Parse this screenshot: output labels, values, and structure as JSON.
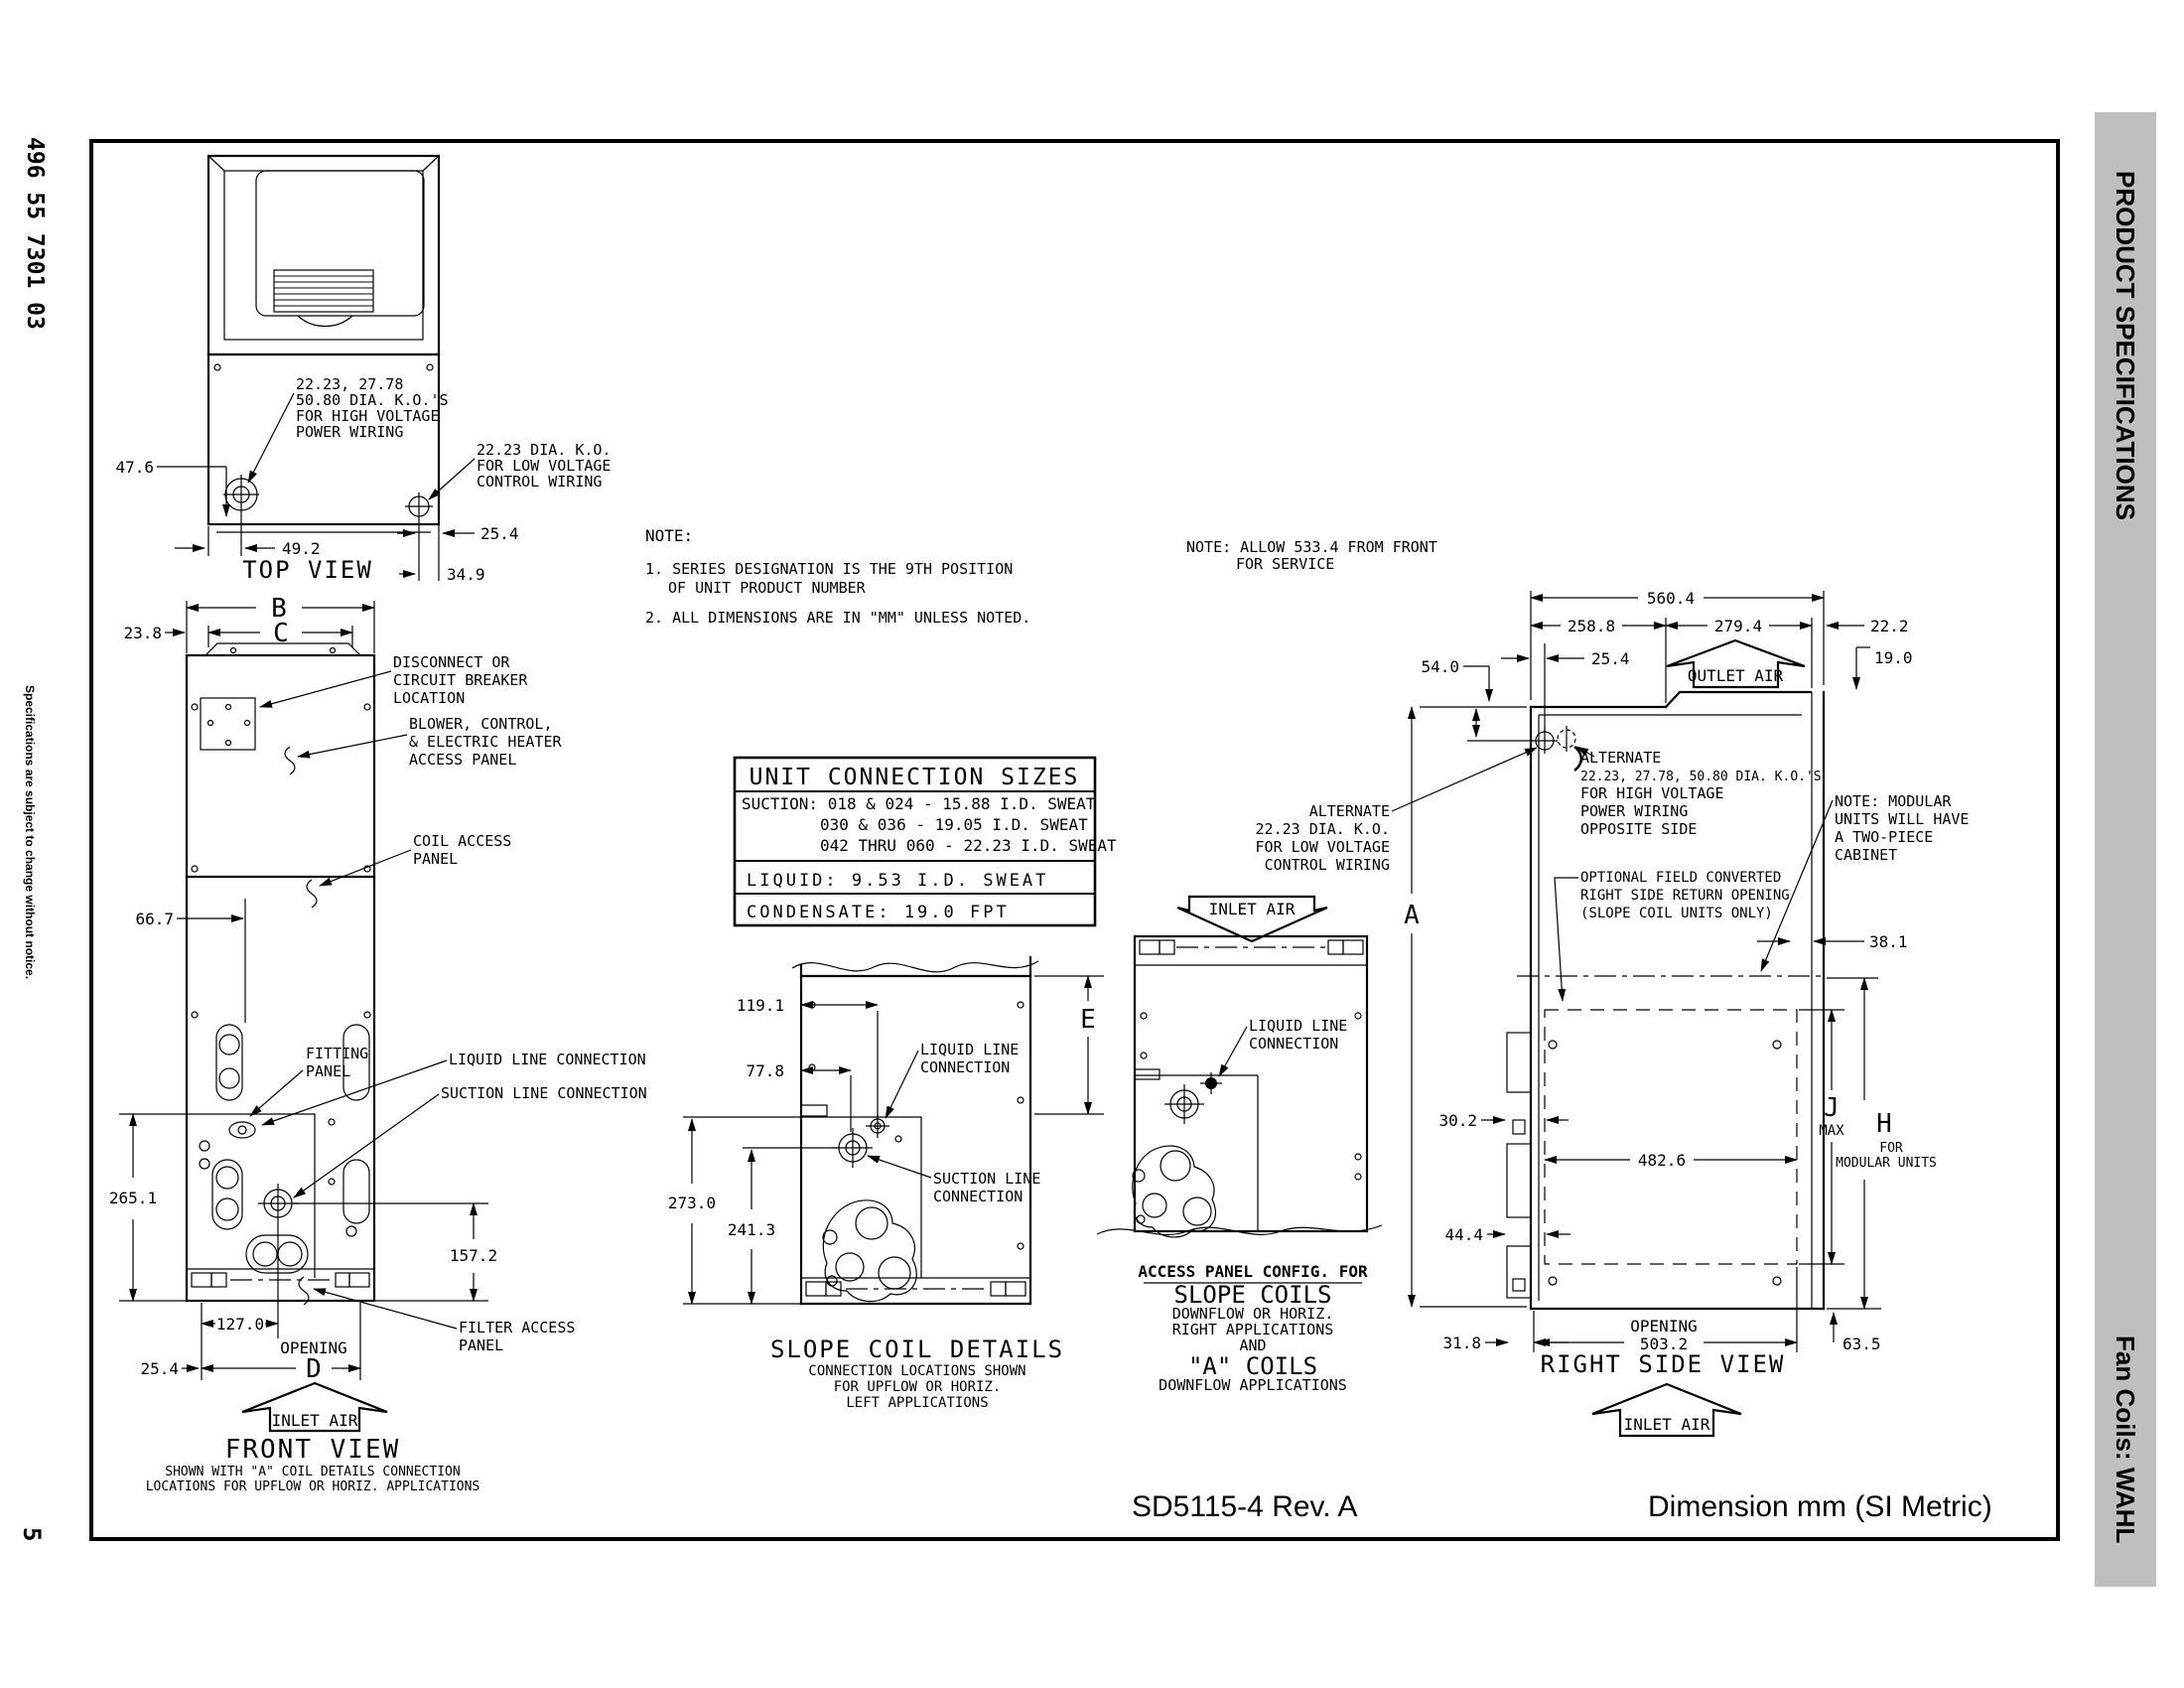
{
  "margin": {
    "part_number": "496 55 7301 03",
    "disclaimer": "Specifications are subject to change without notice.",
    "page": "5"
  },
  "sidebar": {
    "top": "PRODUCT SPECIFICATIONS",
    "bottom": "Fan Coils: WAHL",
    "bg_color": "#bfbfbf"
  },
  "footer": {
    "doc": "SD5115-4  Rev. A",
    "units": "Dimension mm (SI Metric)"
  },
  "notes": {
    "head": "NOTE:",
    "n1a": "1. SERIES DESIGNATION IS THE 9TH POSITION",
    "n1b": "OF UNIT PRODUCT NUMBER",
    "n2": "2. ALL DIMENSIONS ARE IN \"MM\" UNLESS NOTED.",
    "svc1": "NOTE: ALLOW 533.4 FROM FRONT",
    "svc2": "FOR SERVICE"
  },
  "table": {
    "title": "UNIT CONNECTION SIZES",
    "s1": "SUCTION: 018 & 024 - 15.88 I.D. SWEAT",
    "s2": "030 & 036 - 19.05 I.D. SWEAT",
    "s3": "042 THRU 060 - 22.23 I.D. SWEAT",
    "liquid": "LIQUID: 9.53 I.D. SWEAT",
    "cond": "CONDENSATE: 19.0 FPT"
  },
  "top_view": {
    "caption": "TOP VIEW",
    "hv1": "22.23, 27.78",
    "hv2": "50.80 DIA. K.O.'S",
    "hv3": "FOR HIGH VOLTAGE",
    "hv4": "POWER WIRING",
    "lv1": "22.23 DIA. K.O.",
    "lv2": "FOR LOW VOLTAGE",
    "lv3": "CONTROL WIRING",
    "d476": "47.6",
    "d492": "49.2",
    "d254": "25.4",
    "d349": "34.9"
  },
  "front": {
    "caption": "FRONT VIEW",
    "sub1": "SHOWN WITH \"A\" COIL DETAILS CONNECTION",
    "sub2": "LOCATIONS FOR UPFLOW OR HORIZ. APPLICATIONS",
    "B": "B",
    "C": "C",
    "D": "D",
    "d238": "23.8",
    "d667": "66.7",
    "d2651": "265.1",
    "d1572": "157.2",
    "d1270": "127.0",
    "opening": "OPENING",
    "d254": "25.4",
    "inlet": "INLET AIR",
    "disc1": "DISCONNECT OR",
    "disc2": "CIRCUIT BREAKER",
    "disc3": "LOCATION",
    "bl1": "BLOWER, CONTROL,",
    "bl2": "& ELECTRIC HEATER",
    "bl3": "ACCESS PANEL",
    "coil1": "COIL ACCESS",
    "coil2": "PANEL",
    "fit1": "FITTING",
    "fit2": "PANEL",
    "liq": "LIQUID LINE CONNECTION",
    "suc": "SUCTION LINE CONNECTION",
    "filt1": "FILTER ACCESS",
    "filt2": "PANEL"
  },
  "slope": {
    "caption": "SLOPE COIL DETAILS",
    "sub1": "CONNECTION LOCATIONS SHOWN",
    "sub2": "FOR UPFLOW OR HORIZ.",
    "sub3": "LEFT APPLICATIONS",
    "d1191": "119.1",
    "d778": "77.8",
    "d2730": "273.0",
    "d2413": "241.3",
    "E": "E",
    "liq1": "LIQUID LINE",
    "liq2": "CONNECTION",
    "suc1": "SUCTION LINE",
    "suc2": "CONNECTION"
  },
  "access": {
    "inlet": "INLET AIR",
    "liq1": "LIQUID LINE",
    "liq2": "CONNECTION",
    "cap1": "ACCESS PANEL CONFIG. FOR",
    "cap2": "SLOPE COILS",
    "cap3": "DOWNFLOW OR HORIZ.",
    "cap4": "RIGHT APPLICATIONS",
    "cap5": "AND",
    "cap6": "\"A\" COILS",
    "cap7": "DOWNFLOW APPLICATIONS"
  },
  "side": {
    "caption": "RIGHT SIDE VIEW",
    "inlet": "INLET AIR",
    "outlet": "OUTLET AIR",
    "d5604": "560.4",
    "d2588": "258.8",
    "d2794": "279.4",
    "d222": "22.2",
    "d540": "54.0",
    "d254": "25.4",
    "d190": "19.0",
    "A": "A",
    "d381": "38.1",
    "d302": "30.2",
    "d444": "44.4",
    "d4826": "482.6",
    "J": "J",
    "MAX": "MAX",
    "H": "H",
    "FOR": "FOR",
    "modular": "MODULAR UNITS",
    "opening": "OPENING",
    "d5032": "503.2",
    "d318": "31.8",
    "d635": "63.5",
    "alt1": "ALTERNATE",
    "alt2": "22.23, 27.78, 50.80 DIA. K.O.'S",
    "alt3": "FOR HIGH VOLTAGE",
    "alt4": "POWER WIRING",
    "alt5": "OPPOSITE SIDE",
    "lva": "ALTERNATE",
    "lv1": "22.23 DIA. K.O.",
    "lv2": "FOR LOW VOLTAGE",
    "lv3": "CONTROL WIRING",
    "mod1": "NOTE: MODULAR",
    "mod2": "UNITS WILL HAVE",
    "mod3": "A TWO-PIECE",
    "mod4": "CABINET",
    "opt1": "OPTIONAL FIELD CONVERTED",
    "opt2": "RIGHT SIDE RETURN OPENING",
    "opt3": "(SLOPE COIL UNITS ONLY)"
  }
}
